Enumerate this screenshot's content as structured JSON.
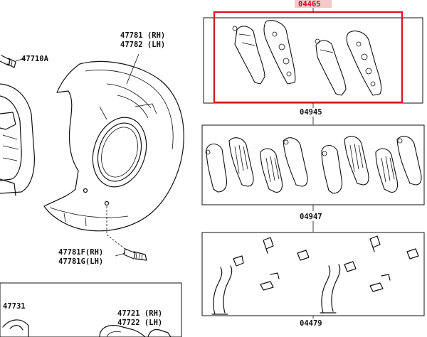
{
  "labels": {
    "shim_set": "04465",
    "pad_kit": "04945",
    "fitting_kit": "04947",
    "support_plate": "04479",
    "splash_shield": "47781 (RH)",
    "splash_shield_lh": "47782 (LH)",
    "bleeder_plug": "47710A",
    "bolt_rh": "47781F(RH)",
    "bolt_lh": "47781G(LH)",
    "cylinder": "47731",
    "caliper_rh": "47721 (RH)",
    "caliper_lh": "47722 (LH)"
  },
  "colors": {
    "highlight_stroke": "#d01c24",
    "highlight_label_bg": "#f4c9c9",
    "ink": "#111111"
  }
}
